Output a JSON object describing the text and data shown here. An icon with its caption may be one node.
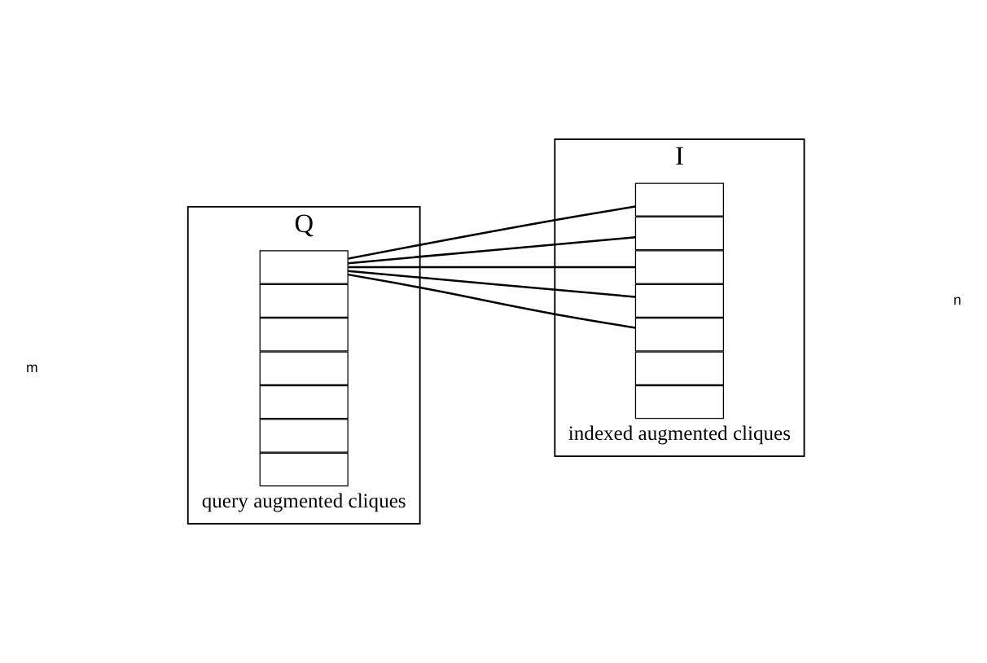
{
  "diagram": {
    "nodes": [
      {
        "text": [
          "Q"
        ],
        "beside": [
          "query augmented cliques"
        ]
      },
      {
        "text": [],
        "shape": "box",
        "in": 0
      },
      {
        "text": [],
        "shape": "box",
        "in": 0
      },
      {
        "text": [],
        "shape": "box",
        "in": 0
      },
      {
        "text": [],
        "shape": "box",
        "in": 0
      },
      {
        "text": [],
        "shape": "box",
        "in": 0
      },
      {
        "text": [],
        "shape": "box",
        "in": 0
      },
      {
        "text": [],
        "shape": "box",
        "in": 0
      },
      {
        "text": [
          "I"
        ],
        "beside": [
          "indexed augmented cliques"
        ]
      },
      {
        "text": [],
        "shape": "box",
        "in": 8
      },
      {
        "text": [],
        "shape": "box",
        "in": 8
      },
      {
        "text": [],
        "shape": "box",
        "in": 8
      },
      {
        "text": [],
        "shape": "box",
        "in": 8
      },
      {
        "text": [],
        "shape": "box",
        "in": 8
      },
      {
        "text": [],
        "shape": "box",
        "in": 8
      },
      {
        "text": [],
        "shape": "box",
        "in": 8
      }
    ],
    "edges": [
      {
        "from": 1,
        "to": 9,
        "arrow": "none"
      },
      {
        "from": 1,
        "to": 10,
        "arrow": "none"
      },
      {
        "from": 1,
        "to": 11,
        "arrow": "none"
      },
      {
        "from": 1,
        "to": 12,
        "arrow": "none"
      },
      {
        "from": 1,
        "to": 13,
        "arrow": "none"
      }
    ],
    "labels": [
      "m",
      "n"
    ]
  }
}
